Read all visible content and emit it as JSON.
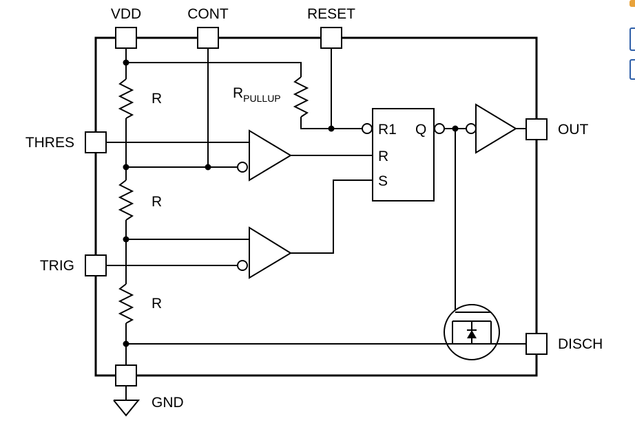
{
  "pins": {
    "vdd": "VDD",
    "cont": "CONT",
    "reset": "RESET",
    "thres": "THRES",
    "trig": "TRIG",
    "gnd": "GND",
    "out": "OUT",
    "disch": "DISCH"
  },
  "resistors": {
    "r1": "R",
    "r2": "R",
    "r3": "R",
    "pullup_main": "R",
    "pullup_sub": "PULLUP"
  },
  "flipflop": {
    "r1": "R1",
    "q": "Q",
    "r": "R",
    "s": "S"
  },
  "colors": {
    "edge_orange": "#e8a23a",
    "edge_blue": "#2f5fa8"
  }
}
